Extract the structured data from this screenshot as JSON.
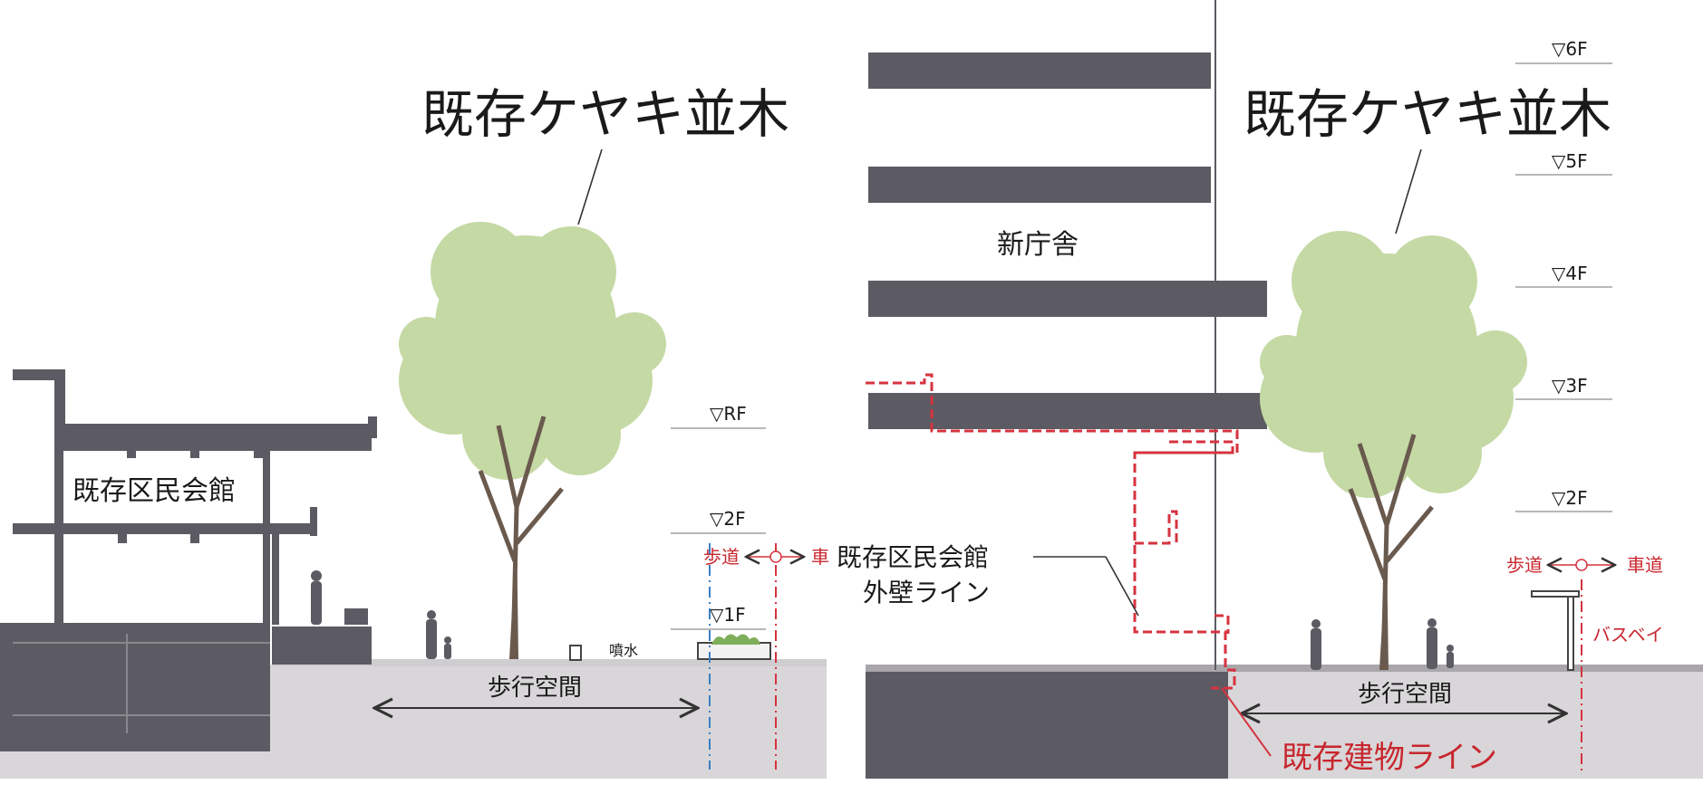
{
  "colors": {
    "background": "#ffffff",
    "structure": "#5c5a62",
    "ground": "#d8d6d8",
    "foliage": "#c5d9a5",
    "trunk": "#6a5a4e",
    "level_line": "#b8b8b8",
    "red_line": "#d6333f",
    "blue_line": "#3a7fc3",
    "text": "#1a1a1a",
    "red_text": "#c8262e"
  },
  "left_section": {
    "tree_label": "既存ケヤキ並木",
    "building_label": "既存区民会館",
    "levels": [
      "▽RF",
      "▽2F",
      "▽1F"
    ],
    "fountain_label": "噴水",
    "sidewalk_label": "歩道",
    "road_label": "車",
    "walking_space_label": "歩行空間"
  },
  "right_section": {
    "tree_label": "既存ケヤキ並木",
    "new_building_label": "新庁舎",
    "levels": [
      "▽6F",
      "▽5F",
      "▽4F",
      "▽3F",
      "▽2F"
    ],
    "wall_line_label_1": "既存区民会館",
    "wall_line_label_2": "外壁ライン",
    "sidewalk_label": "歩道",
    "road_label": "車道",
    "bus_bay_label": "バスベイ",
    "walking_space_label": "歩行空間",
    "existing_building_line_label": "既存建物ライン"
  }
}
